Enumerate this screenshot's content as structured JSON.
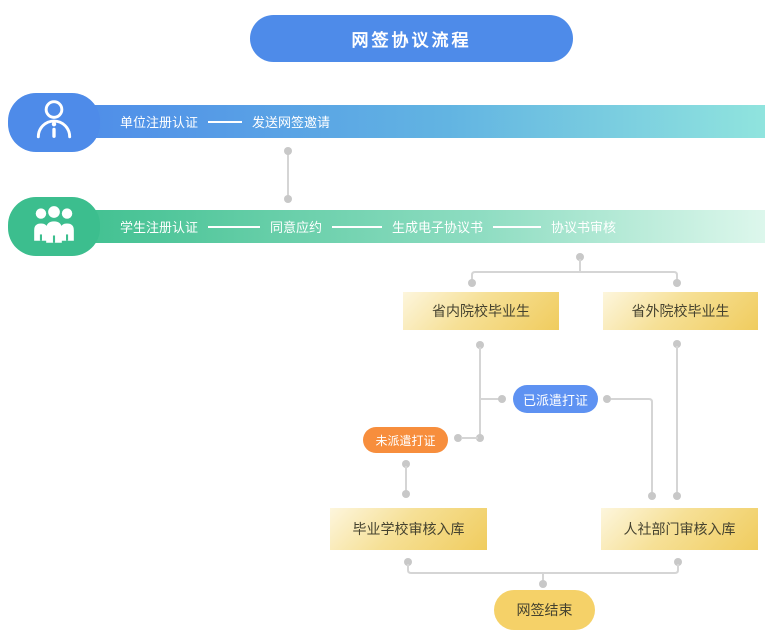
{
  "title": "网签协议流程",
  "flow": {
    "employer_lane": {
      "icon": "person-icon",
      "steps": [
        "单位注册认证",
        "发送网签邀请"
      ]
    },
    "student_lane": {
      "icon": "group-icon",
      "steps": [
        "学生注册认证",
        "同意应约",
        "生成电子协议书",
        "协议书审核"
      ]
    },
    "branches": {
      "in_province": "省内院校毕业生",
      "out_province": "省外院校毕业生"
    },
    "tags": {
      "dispatched": "已派遣打证",
      "not_dispatched": "未派遣打证"
    },
    "reviews": {
      "school": "毕业学校审核入库",
      "hr": "人社部门审核入库"
    },
    "end": "网签结束"
  },
  "colors": {
    "primary_blue": "#4e8be9",
    "teal_end": "#90e4de",
    "green": "#3cbe8e",
    "mint_end": "#ddf7ec",
    "box_yellow_light": "#fdf6dd",
    "box_yellow_dark": "#f0cc5e",
    "pill_blue": "#5e92f2",
    "pill_orange": "#f78e3d",
    "pill_yellow": "#f5d168",
    "line_gray": "#d5d5d5",
    "dot_gray": "#c8c8c8",
    "dark_text": "#45422f"
  }
}
